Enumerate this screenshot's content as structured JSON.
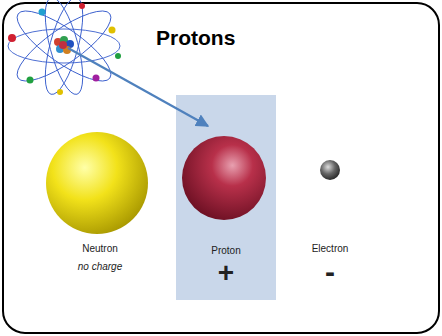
{
  "diagram": {
    "title": "Protons",
    "nodes": [
      {
        "text": [
          "Neutron",
          "no charge"
        ]
      },
      {
        "text": [
          "Proton",
          "+"
        ]
      },
      {
        "text": [
          "Electron",
          "-"
        ]
      }
    ]
  }
}
